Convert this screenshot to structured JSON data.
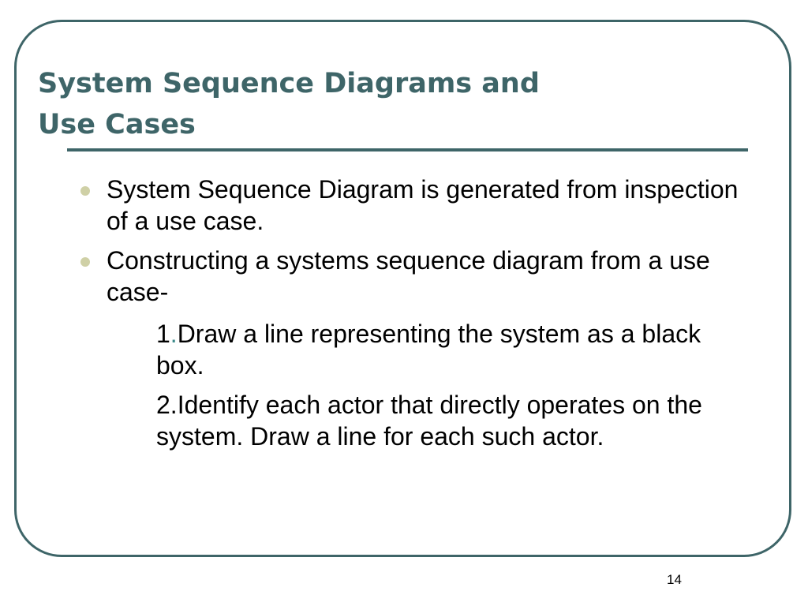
{
  "title": {
    "line1": "System Sequence Diagrams and",
    "line2": "Use Cases"
  },
  "bullets": [
    "System Sequence Diagram is generated from inspection of a use case.",
    "Constructing a systems sequence diagram from a use case-"
  ],
  "steps": [
    {
      "number": "1",
      "separator": ".",
      "text": "Draw a line representing the system as a black box."
    },
    {
      "number": "2",
      "separator": ".",
      "text": "Identify each actor that directly operates on the system. Draw a line for each such actor."
    }
  ],
  "page_number": "14",
  "colors": {
    "title": "#3e6568",
    "frame": "#3e6568",
    "bullet": "#cfd0a6",
    "step_separator_1": "#3e8b8b"
  }
}
